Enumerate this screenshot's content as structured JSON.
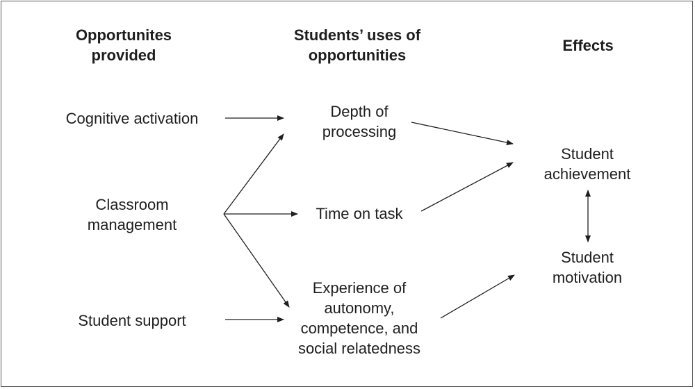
{
  "headers": {
    "opportunities": [
      "Opportunites",
      "provided"
    ],
    "uses": [
      "Students’ uses of",
      "opportunities"
    ],
    "effects": [
      "Effects"
    ]
  },
  "opportunities": {
    "cognitive_activation": [
      "Cognitive activation"
    ],
    "classroom_management": [
      "Classroom",
      "management"
    ],
    "student_support": [
      "Student support"
    ]
  },
  "uses": {
    "depth_of_processing": [
      "Depth of",
      "processing"
    ],
    "time_on_task": [
      "Time on task"
    ],
    "experience": [
      "Experience of",
      "autonomy,",
      "competence, and",
      "social relatedness"
    ]
  },
  "effects": {
    "achievement": [
      "Student",
      "achievement"
    ],
    "motivation": [
      "Student",
      "motivation"
    ]
  },
  "colors": {
    "text": "#1e1e1e",
    "arrow": "#1e1e1e",
    "frame": "#555555",
    "background": "#ffffff"
  }
}
